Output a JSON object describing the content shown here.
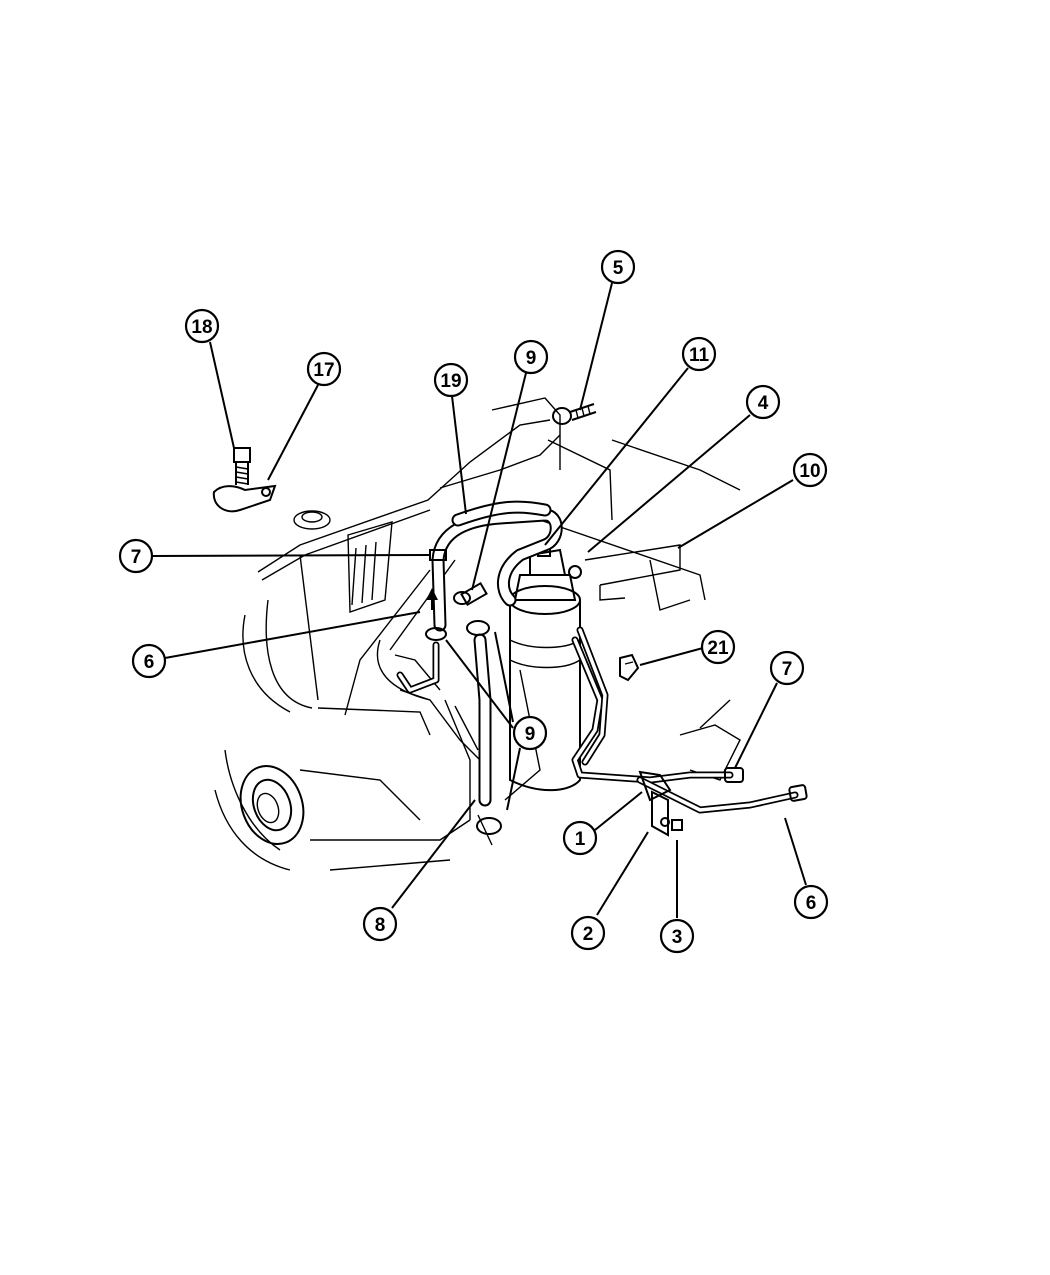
{
  "callouts": [
    {
      "id": "c18",
      "label": "18"
    },
    {
      "id": "c17",
      "label": "17"
    },
    {
      "id": "c19",
      "label": "19"
    },
    {
      "id": "c9a",
      "label": "9"
    },
    {
      "id": "c5",
      "label": "5"
    },
    {
      "id": "c11",
      "label": "11"
    },
    {
      "id": "c4",
      "label": "4"
    },
    {
      "id": "c10",
      "label": "10"
    },
    {
      "id": "c7a",
      "label": "7"
    },
    {
      "id": "c6a",
      "label": "6"
    },
    {
      "id": "c21",
      "label": "21"
    },
    {
      "id": "c7b",
      "label": "7"
    },
    {
      "id": "c9b",
      "label": "9"
    },
    {
      "id": "c1",
      "label": "1"
    },
    {
      "id": "c8",
      "label": "8"
    },
    {
      "id": "c2",
      "label": "2"
    },
    {
      "id": "c3",
      "label": "3"
    },
    {
      "id": "c6b",
      "label": "6"
    }
  ]
}
